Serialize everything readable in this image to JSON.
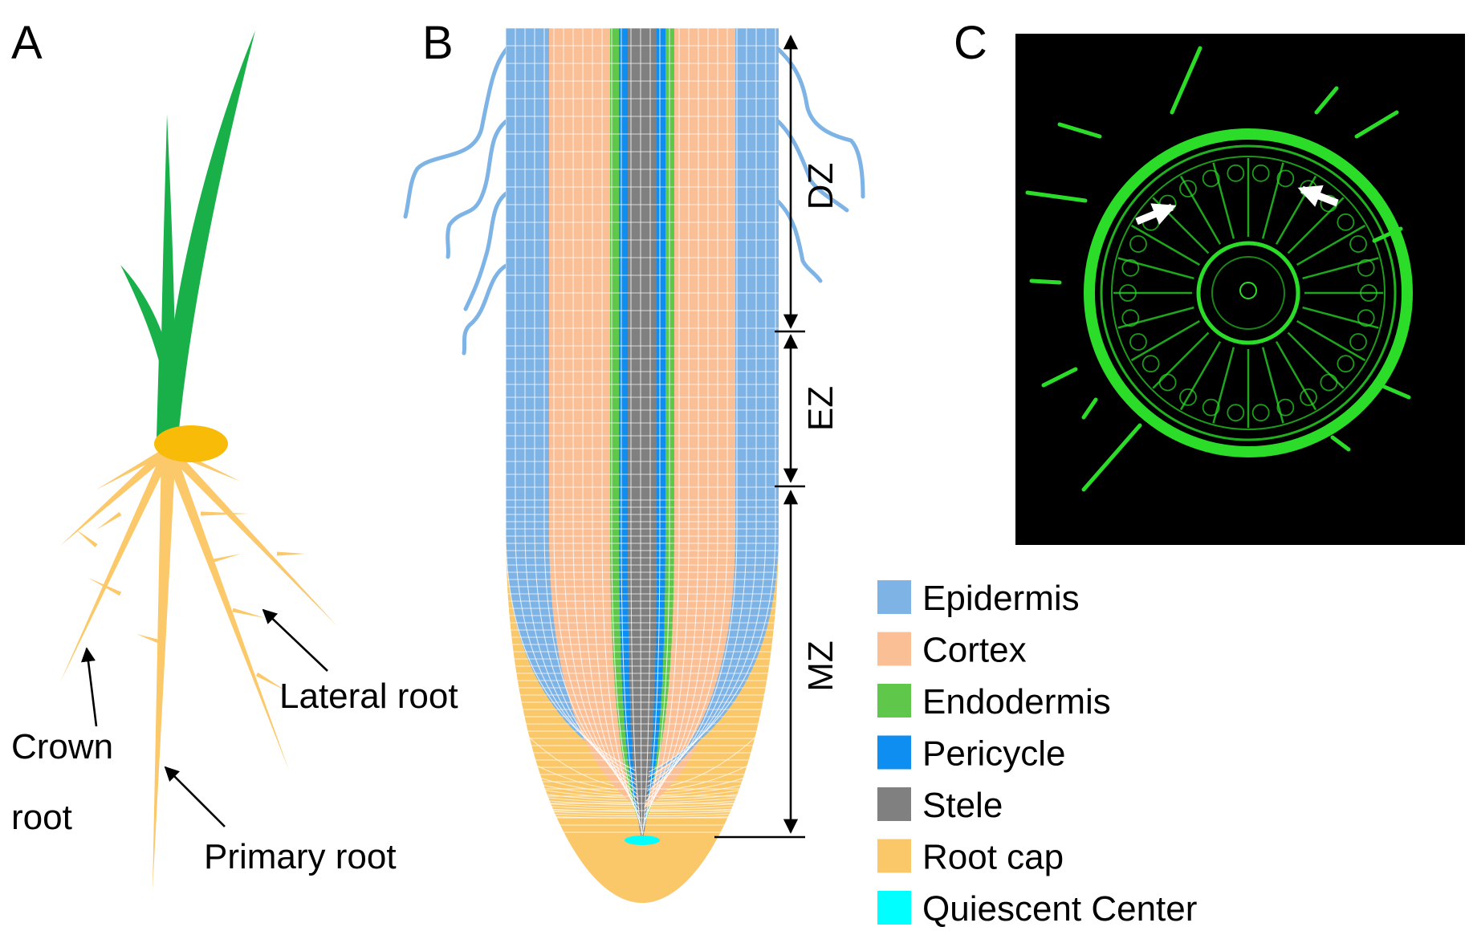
{
  "colors": {
    "epidermis": "#7eb3e5",
    "cortex": "#fbbf96",
    "endodermis": "#5fc84a",
    "pericycle": "#0d8ef0",
    "stele": "#808080",
    "root_cap": "#fac869",
    "quiescent_center": "#00ffff",
    "leaf": "#19b04a",
    "seed": "#f8bb07",
    "root_yellow": "#fbc86a",
    "micrograph_bg": "#000000",
    "micrograph_green": "#2bdc28"
  },
  "panel_a": {
    "letter": "A",
    "labels": {
      "crown_line1": "Crown",
      "crown_line2": "root",
      "lateral": "Lateral root",
      "primary": "Primary root"
    },
    "icon": "rice-seedling-illustration"
  },
  "panel_b": {
    "letter": "B",
    "zones": {
      "dz": "DZ",
      "ez": "EZ",
      "mz": "MZ"
    },
    "icon": "root-tip-tissue-diagram"
  },
  "panel_c": {
    "letter": "C",
    "icon": "root-cross-section-micrograph"
  },
  "legend": {
    "items": [
      {
        "label": "Epidermis",
        "color": "#7eb3e5"
      },
      {
        "label": "Cortex",
        "color": "#fbbf96"
      },
      {
        "label": "Endodermis",
        "color": "#5fc84a"
      },
      {
        "label": "Pericycle",
        "color": "#0d8ef0"
      },
      {
        "label": "Stele",
        "color": "#808080"
      },
      {
        "label": "Root cap",
        "color": "#fac869"
      },
      {
        "label": "Quiescent Center",
        "color": "#00ffff"
      }
    ]
  }
}
